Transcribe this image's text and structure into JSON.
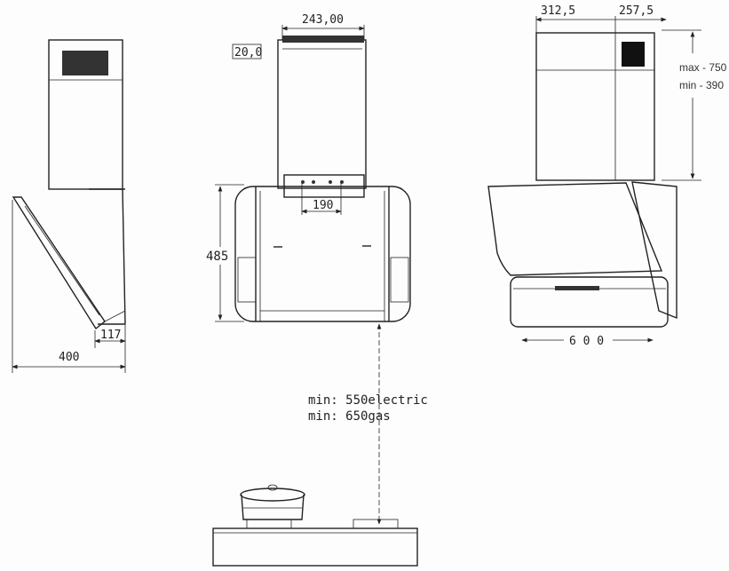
{
  "left_view": {
    "dim_width": "400",
    "dim_glass_depth": "117"
  },
  "middle_view": {
    "dim_chimney_width": "243,00",
    "dim_bracket": "20,0",
    "dim_bracket_width": "190",
    "dim_height": "485"
  },
  "right_view": {
    "dim_front": "312,5",
    "dim_side": "257,5",
    "max_height": "max - 750",
    "min_height": "min - 390",
    "dim_width": "6 0 0"
  },
  "clearance": {
    "electric": "min: 550electric",
    "gas": "min: 650gas"
  }
}
